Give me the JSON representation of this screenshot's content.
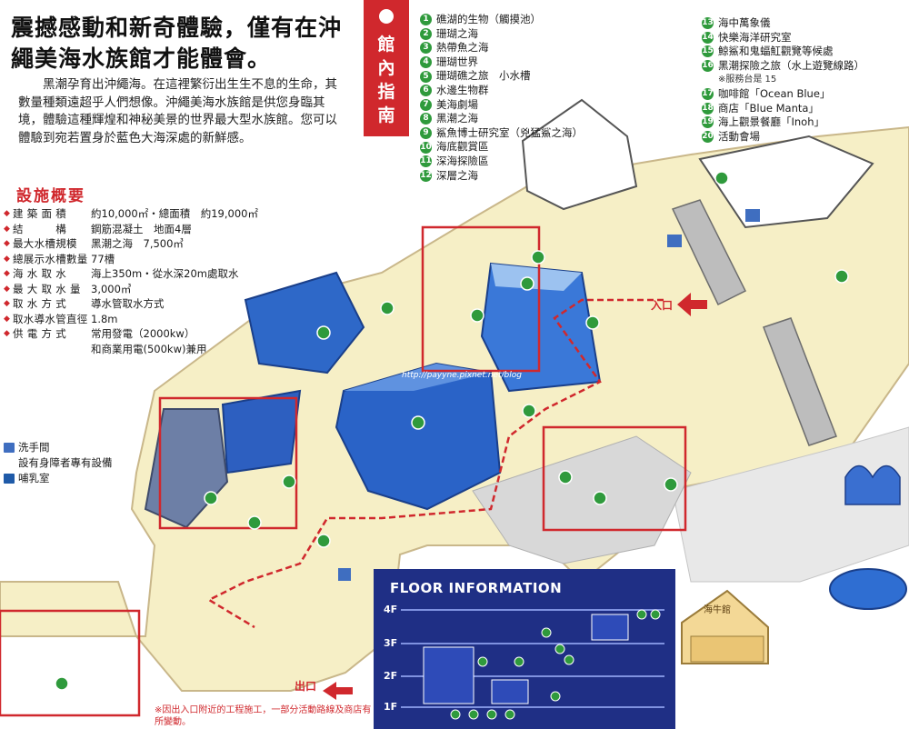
{
  "headline": {
    "line1": "震撼感動和新奇體驗，僅有在沖",
    "line2": "繩美海水族館才能體會。"
  },
  "intro": "黑潮孕育出沖繩海。在這裡繁衍出生生不息的生命，其數量種類遠超乎人們想像。沖繩美海水族館是供您身臨其境，體驗這種輝煌和神秘美景的世界最大型水族館。您可以體驗到宛若置身於藍色大海深處的新鮮感。",
  "facility": {
    "title": "設施概要",
    "rows": [
      {
        "label": "建 築 面 積",
        "value": "約10,000㎡・總面積　約19,000㎡"
      },
      {
        "label": "結　　　構",
        "value": "鋼筋混凝土　地面4層"
      },
      {
        "label": "最大水槽規模",
        "value": "黑潮之海　7,500㎥"
      },
      {
        "label": "總展示水槽數量",
        "value": "77槽"
      },
      {
        "label": "海 水 取 水",
        "value": "海上350m・從水深20m處取水"
      },
      {
        "label": "最 大 取 水 量",
        "value": "3,000㎥"
      },
      {
        "label": "取 水 方 式",
        "value": "導水管取水方式"
      },
      {
        "label": "取水導水管直徑",
        "value": "1.8m"
      },
      {
        "label": "供 電 方 式",
        "value": "常用發電（2000kw）\n和商業用電(500kw)兼用"
      }
    ]
  },
  "legend": {
    "restroom": "洗手間",
    "accessible": "設有身障者專有設備",
    "nursing": "哺乳室"
  },
  "guide": {
    "title": "館內指南",
    "items_col1": [
      {
        "n": "1",
        "label": "礁湖的生物（觸摸池）"
      },
      {
        "n": "2",
        "label": "珊瑚之海"
      },
      {
        "n": "3",
        "label": "熱帶魚之海"
      },
      {
        "n": "4",
        "label": "珊瑚世界"
      },
      {
        "n": "5",
        "label": "珊瑚礁之旅　小水槽"
      },
      {
        "n": "6",
        "label": "水邊生物群"
      },
      {
        "n": "7",
        "label": "美海劇場"
      },
      {
        "n": "8",
        "label": "黑潮之海"
      },
      {
        "n": "9",
        "label": "鯊魚博士研究室（兇猛鯊之海）"
      },
      {
        "n": "10",
        "label": "海底觀賞區"
      },
      {
        "n": "11",
        "label": "深海探險區"
      },
      {
        "n": "12",
        "label": "深層之海"
      }
    ],
    "items_col2": [
      {
        "n": "13",
        "label": "海中萬象儀"
      },
      {
        "n": "14",
        "label": "快樂海洋研究室"
      },
      {
        "n": "15",
        "label": "鯨鯊和鬼蝠魟觀覽等候處"
      },
      {
        "n": "16",
        "label": "黑潮探險之旅（水上遊覽線路）"
      },
      {
        "n": "",
        "label": "※服務台是 15"
      },
      {
        "n": "17",
        "label": "咖啡館「Ocean Blue」"
      },
      {
        "n": "18",
        "label": "商店「Blue Manta」"
      },
      {
        "n": "19",
        "label": "海上觀景餐廳「Inoh」"
      },
      {
        "n": "20",
        "label": "活動會場"
      }
    ]
  },
  "map": {
    "entrance": "入口",
    "exit": "出口",
    "manatee_hall": "海牛館",
    "watermark": "http://payyne.pixnet.net/blog"
  },
  "floor_info": {
    "title": "FLOOR INFORMATION",
    "floors": [
      "4F",
      "3F",
      "2F",
      "1F"
    ]
  },
  "footnote": "※因出入口附近的工程施工，一部分活動路線及商店有所變動。",
  "colors": {
    "accent_red": "#d0282d",
    "marker_green": "#2f9a3c",
    "floor_panel_blue": "#1f2f85",
    "water_blue": "#2a63c7"
  }
}
